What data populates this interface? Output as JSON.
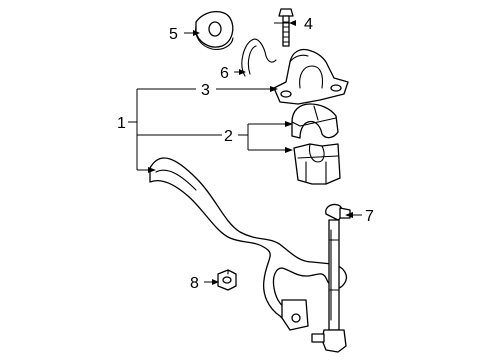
{
  "callouts": {
    "c1": "1",
    "c2": "2",
    "c3": "3",
    "c4": "4",
    "c5": "5",
    "c6": "6",
    "c7": "7",
    "c8": "8"
  },
  "parts": {
    "c1": "stabilizer-bar-assembly",
    "c2": "stabilizer-bushings",
    "c3": "bushing-bracket",
    "c4": "bolt",
    "c5": "washer",
    "c6": "retaining-clip",
    "c7": "stabilizer-link",
    "c8": "nut"
  }
}
